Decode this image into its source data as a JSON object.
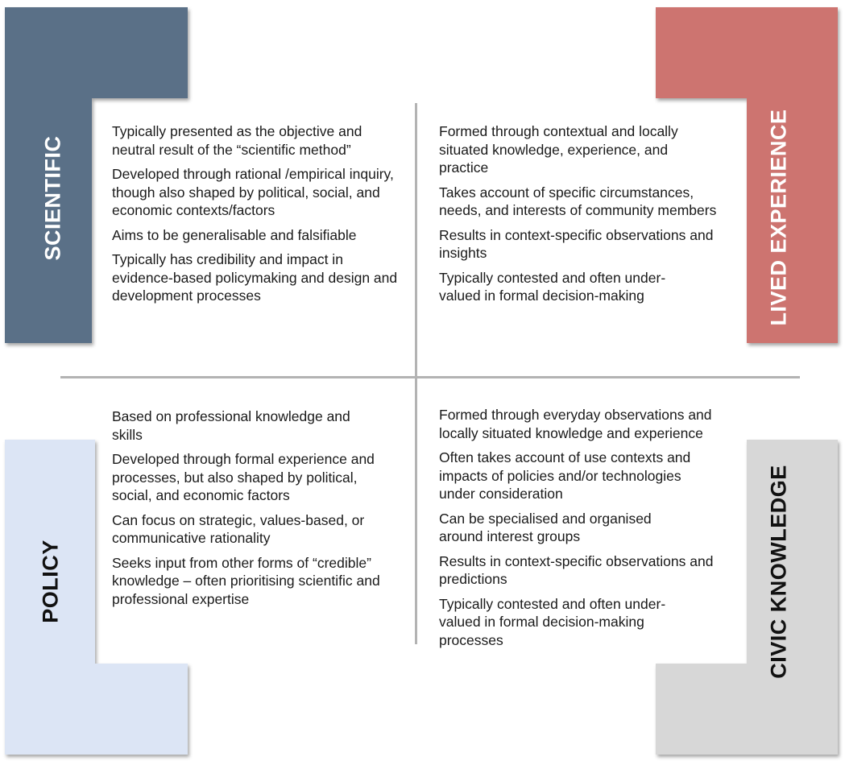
{
  "colors": {
    "scientific": "#5a7087",
    "lived_experience": "#cd7470",
    "policy": "#dce5f5",
    "civic_knowledge": "#d7d7d7",
    "divider": "#b3b3b3"
  },
  "quadrants": {
    "scientific": {
      "label": "SCIENTIFIC",
      "items": [
        "Typically presented as the objective and neutral result of the “scientific method”",
        "Developed through rational /empirical inquiry, though also shaped by political, social, and economic contexts/factors",
        "Aims to be generalisable and falsifiable",
        "Typically has credibility and impact in evidence-based policymaking and design and development processes"
      ]
    },
    "lived_experience": {
      "label": "LIVED EXPERIENCE",
      "items": [
        "Formed through contextual and locally situated knowledge, experience, and practice",
        "Takes account of specific circumstances, needs, and interests of community members",
        "Results in context-specific observations and insights",
        "Typically contested and often under-valued in formal decision-making"
      ]
    },
    "policy": {
      "label": "POLICY",
      "items": [
        "Based on professional knowledge and skills",
        "Developed through formal experience and processes, but also shaped by political, social, and economic factors",
        "Can focus on strategic, values-based, or communicative rationality",
        "Seeks input from other forms of “credible” knowledge – often prioritising scientific and professional expertise"
      ]
    },
    "civic_knowledge": {
      "label": "CIVIC KNOWLEDGE",
      "items": [
        "Formed through everyday observations and locally situated knowledge and experience",
        "Often takes account of use contexts and impacts of policies and/or technologies under consideration",
        "Can be specialised and organised around interest groups",
        "Results in context-specific observations and predictions",
        "Typically contested and often under-valued in formal decision-making processes"
      ]
    }
  }
}
